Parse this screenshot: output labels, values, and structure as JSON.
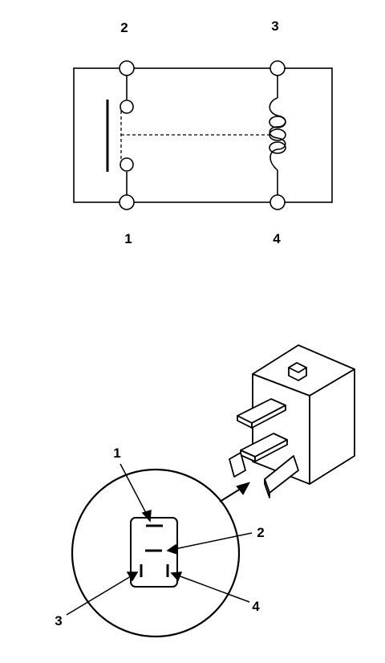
{
  "schematic": {
    "terminal_labels": [
      "2",
      "3",
      "1",
      "4"
    ]
  },
  "connector": {
    "callouts": [
      "1",
      "2",
      "3",
      "4"
    ]
  }
}
